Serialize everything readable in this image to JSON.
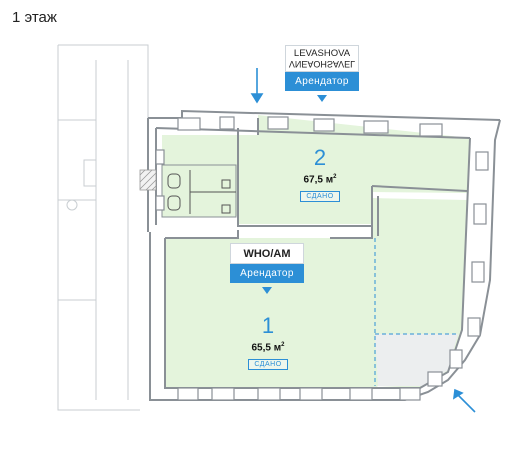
{
  "floor": {
    "title": "1 этаж"
  },
  "tenants": [
    {
      "logo_line1": "LEVASHOVA",
      "logo_line2": "VNEAOHSAVEL",
      "role": "Арендатор"
    },
    {
      "logo_line1": "WHO/AM",
      "role": "Арендатор"
    }
  ],
  "rooms": [
    {
      "number": "2",
      "area": "67,5 м",
      "unit_sup": "2",
      "status": "СДАНО"
    },
    {
      "number": "1",
      "area": "65,5 м",
      "unit_sup": "2",
      "status": "СДАНО"
    }
  ],
  "colors": {
    "accent": "#2c8fd6",
    "rented_fill": "#e4f4dc",
    "wall": "#8a9096",
    "grey_zone": "#eceeef"
  },
  "icons": [
    "entrance-arrow-icon",
    "entrance-arrow-icon",
    "toilet-icon"
  ]
}
